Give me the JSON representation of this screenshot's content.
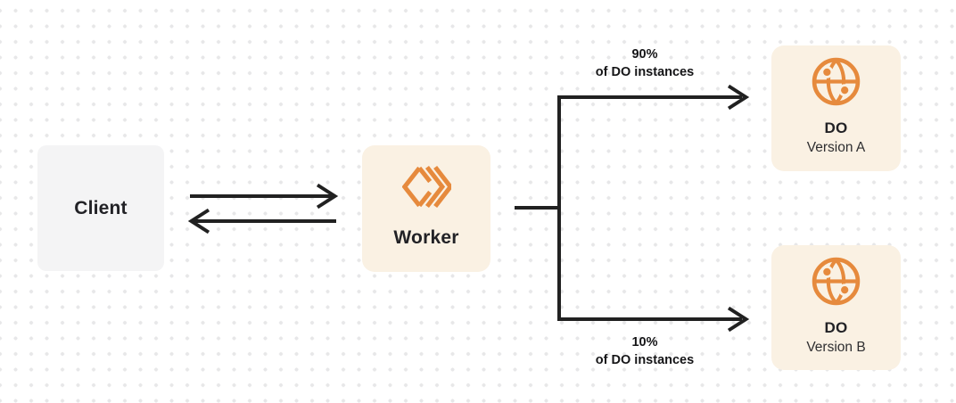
{
  "diagram": {
    "nodes": {
      "client": {
        "label": "Client"
      },
      "worker": {
        "label": "Worker",
        "icon": "cloudflare-workers-icon"
      },
      "do_version_a": {
        "title": "DO",
        "subtitle": "Version A",
        "icon": "durable-object-globe-icon"
      },
      "do_version_b": {
        "title": "DO",
        "subtitle": "Version B",
        "icon": "durable-object-globe-icon"
      }
    },
    "edges": {
      "client_worker": {
        "direction": "bidirectional"
      },
      "top_branch": {
        "percent": "90%",
        "caption": "of DO instances"
      },
      "bottom_branch": {
        "percent": "10%",
        "caption": "of DO instances"
      }
    },
    "colors": {
      "accent_orange": "#E68A3D",
      "node_cream": "#FAF1E3",
      "node_gray": "#F4F4F5",
      "connector_dark": "#212121",
      "dot_grid": "#E7E7E8"
    }
  }
}
